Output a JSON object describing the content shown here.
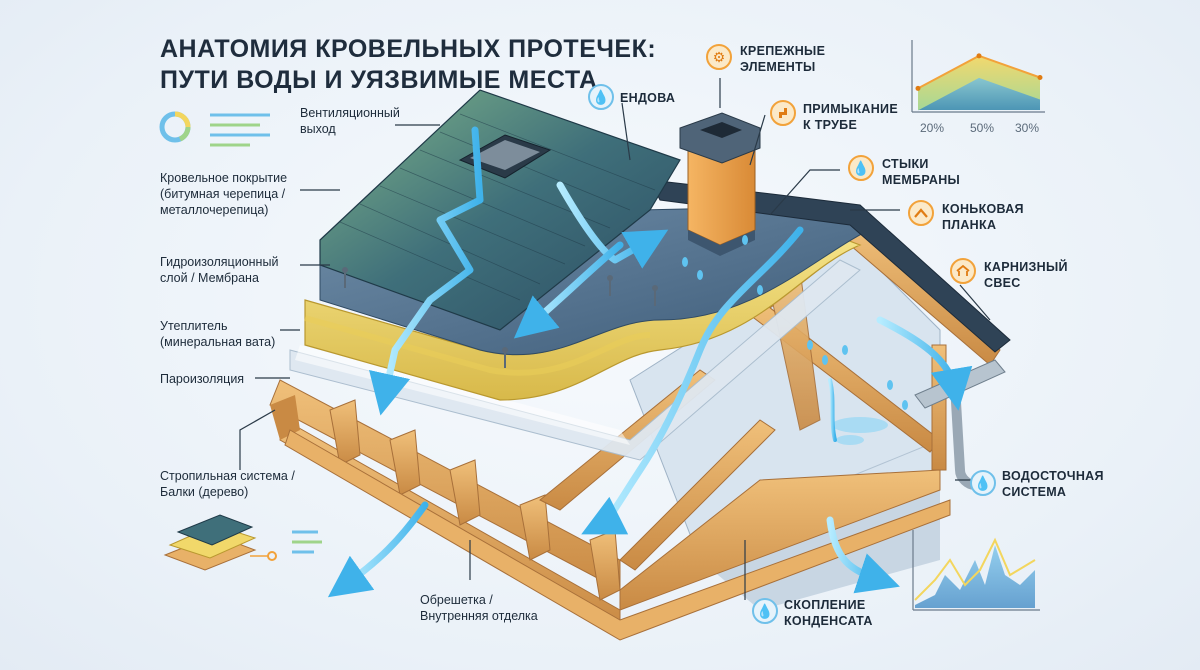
{
  "title": {
    "line1": "АНАТОМИЯ КРОВЕЛЬНЫХ ПРОТЕЧЕК:",
    "line2": "ПУТИ ВОДЫ И УЯЗВИМЫЕ МЕСТА"
  },
  "left_labels": [
    {
      "id": "vent",
      "lines": [
        "Вентиляционный",
        "выход"
      ]
    },
    {
      "id": "roofing",
      "lines": [
        "Кровельное покрытие",
        "(битумная черепица /",
        "металлочерепица)"
      ]
    },
    {
      "id": "waterproof",
      "lines": [
        "Гидроизоляционный",
        "слой / Мембрана"
      ]
    },
    {
      "id": "insulation",
      "lines": [
        "Утеплитель",
        "(минеральная вата)"
      ]
    },
    {
      "id": "vapor",
      "lines": [
        "Пароизоляция"
      ]
    },
    {
      "id": "rafters",
      "lines": [
        "Стропильная система /",
        "Балки (дерево)"
      ]
    },
    {
      "id": "lathing",
      "lines": [
        "Обрешетка /",
        "Внутренняя отделка"
      ]
    }
  ],
  "right_labels": [
    {
      "id": "valley",
      "lines": [
        "ЕНДОВА"
      ],
      "icon": "water-drop-icon"
    },
    {
      "id": "fasteners",
      "lines": [
        "КРЕПЕЖНЫЕ",
        "ЭЛЕМЕНТЫ"
      ],
      "icon": "gear-icon"
    },
    {
      "id": "chimney",
      "lines": [
        "ПРИМЫКАНИЕ",
        "К ТРУБЕ"
      ],
      "icon": "pipe-icon"
    },
    {
      "id": "seams",
      "lines": [
        "СТЫКИ",
        "МЕМБРАНЫ"
      ],
      "icon": "water-drop-icon"
    },
    {
      "id": "ridge",
      "lines": [
        "КОНЬКОВАЯ",
        "ПЛАНКА"
      ],
      "icon": "ridge-chevron-icon"
    },
    {
      "id": "eaves",
      "lines": [
        "КАРНИЗНЫЙ",
        "СВЕС"
      ],
      "icon": "eaves-house-icon"
    },
    {
      "id": "gutter",
      "lines": [
        "ВОДОСТОЧНАЯ",
        "СИСТЕМА"
      ],
      "icon": "water-drop-icon"
    },
    {
      "id": "condensate",
      "lines": [
        "СКОПЛЕНИЕ",
        "КОНДЕНСАТА"
      ],
      "icon": "water-drop-icon"
    }
  ],
  "chart_data": [
    {
      "type": "area",
      "categories": [
        "20%",
        "50%",
        "30%"
      ],
      "series": [
        {
          "values": [
            20,
            50,
            30
          ]
        }
      ],
      "title": "",
      "xlabel": "",
      "ylabel": ""
    }
  ],
  "colors": {
    "water": "#5fc3f0",
    "roof_shingle": "#3f6f7a",
    "insulation": "#f1d86a",
    "wood": "#d79a52",
    "membrane": "#5e7f9c",
    "accent_orange": "#f2a23a"
  }
}
